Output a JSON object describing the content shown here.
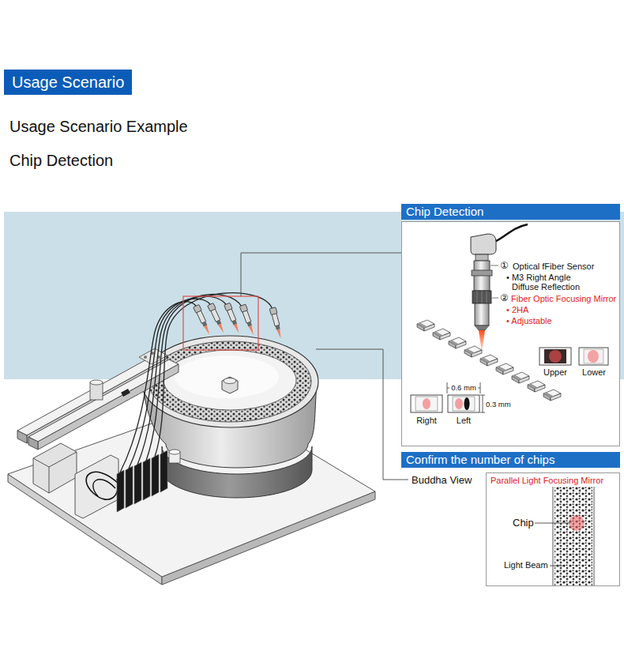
{
  "diagram": {
    "nodes": [
      {
        "text": [
          "Usage Scenario"
        ]
      },
      {
        "text": [
          "Chip Detection"
        ]
      },
      {
        "text": [
          "Confirm the number of chips"
        ]
      },
      {
        "text": [
          "Parallel Light Focusing Mirror",
          "Chip",
          "Light Beam"
        ]
      }
    ],
    "labels": [
      "Usage Scenario Example",
      "Chip Detection",
      "①",
      "Optical fFiber Sensor",
      "• M3 Right Angle Diffuse Reflection",
      "②",
      "Fiber Optic Focusing Mirror",
      "• 2HA",
      "• Adjustable",
      "Upper",
      "Lower",
      "0.6 mm",
      "0.3 mm",
      "Right",
      "Left",
      "Buddha View"
    ]
  }
}
